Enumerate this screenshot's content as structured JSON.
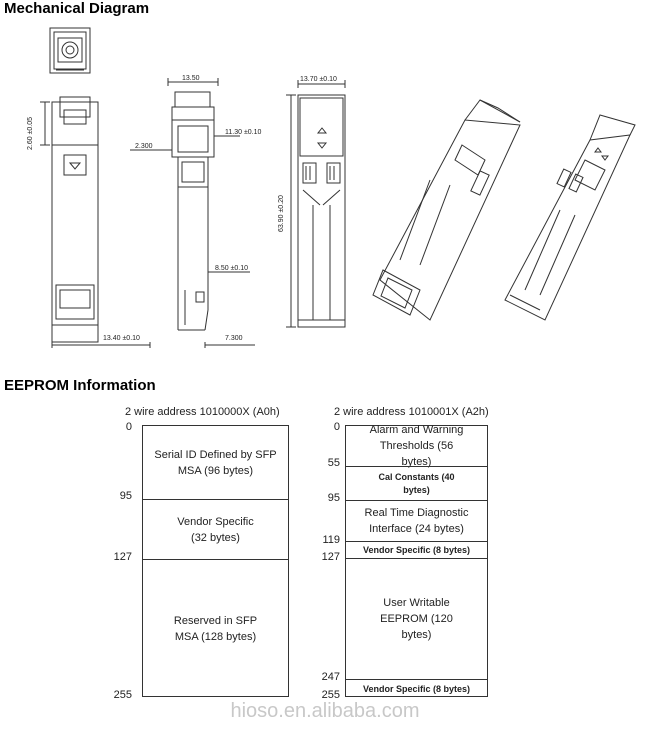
{
  "mechanical": {
    "title": "Mechanical Diagram",
    "dims": {
      "width_top": "13.50",
      "width_side": "13.70 ±0.10",
      "height_left": "2.60 ±0.05",
      "left_offset": "2.300",
      "right_offset_top": "11.30 ±0.10",
      "length": "63.90 ±0.20",
      "right_offset_low": "8.50 ±0.10",
      "bottom_left": "13.40 ±0.10",
      "bottom_right": "7.300"
    }
  },
  "eeprom": {
    "title": "EEPROM Information",
    "a0": {
      "caption": "2 wire address 1010000X (A0h)",
      "addresses": [
        "0",
        "95",
        "127",
        "255"
      ],
      "cells": [
        "Serial ID Defined by SFP MSA (96 bytes)",
        "Vendor Specific (32 bytes)",
        "Reserved in SFP MSA (128 bytes)"
      ]
    },
    "a2": {
      "caption": "2 wire address 1010001X (A2h)",
      "addresses": [
        "0",
        "55",
        "95",
        "119",
        "127",
        "247",
        "255"
      ],
      "cells": [
        "Alarm and Warning Thresholds (56 bytes)",
        "Cal Constants (40 bytes)",
        "Real Time Diagnostic Interface (24 bytes)",
        "Vendor Specific (8 bytes)",
        "User Writable EEPROM (120 bytes)",
        "Vendor Specific (8 bytes)"
      ]
    }
  },
  "watermark": "hioso.en.alibaba.com"
}
